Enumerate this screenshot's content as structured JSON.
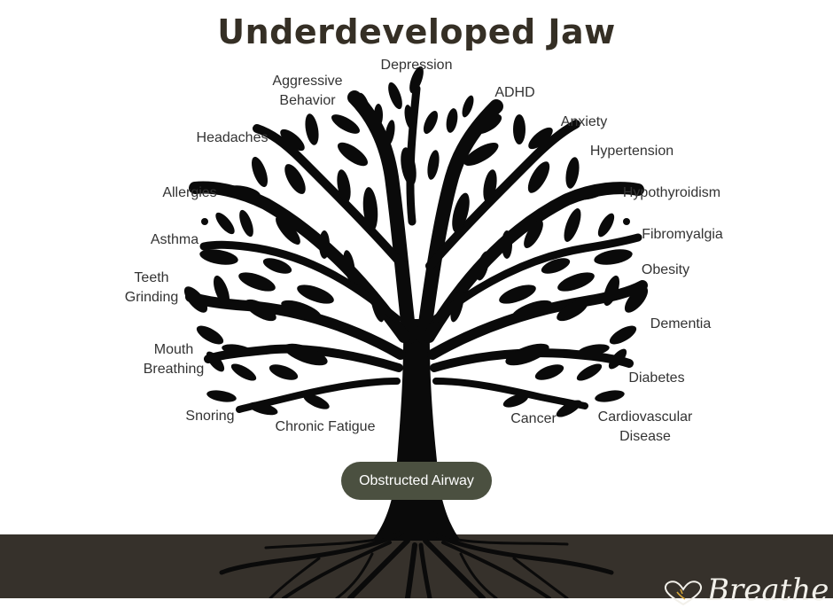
{
  "title": "Underdeveloped Jaw",
  "trunk_label": "Obstructed Airway",
  "logo_text": "Breathe",
  "conditions": {
    "depression": "Depression",
    "aggressive_behavior": "Aggressive\nBehavior",
    "adhd": "ADHD",
    "headaches": "Headaches",
    "anxiety": "Anxiety",
    "hypertension": "Hypertension",
    "allergies": "Allergies",
    "hypothyroidism": "Hypothyroidism",
    "asthma": "Asthma",
    "fibromyalgia": "Fibromyalgia",
    "teeth_grinding": "Teeth\nGrinding",
    "obesity": "Obesity",
    "dementia": "Dementia",
    "mouth_breathing": "Mouth\nBreathing",
    "diabetes": "Diabetes",
    "snoring": "Snoring",
    "chronic_fatigue": "Chronic Fatigue",
    "cancer": "Cancer",
    "cardiovascular_disease": "Cardiovascular\nDisease"
  },
  "colors": {
    "title": "#352f25",
    "tree": "#0a0a0a",
    "ground": "#36312b",
    "trunk_label_bg": "#4b5040"
  }
}
